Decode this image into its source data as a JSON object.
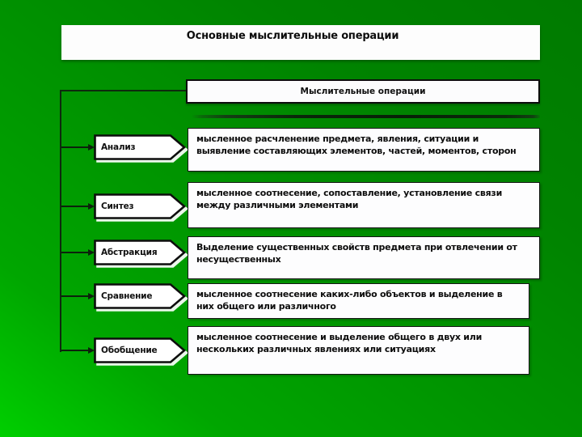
{
  "slide": {
    "title": "Основные мыслительные операции"
  },
  "diagram": {
    "header": "Мыслительные операции",
    "rows": [
      {
        "label": "Анализ",
        "description": "мысленное расчленение предмета, явления, ситуации и\nвыявление составляющих элементов, частей, моментов, сторон"
      },
      {
        "label": "Синтез",
        "description": "мысленное соотнесение, сопоставление, установление связи\nмежду различными элементами"
      },
      {
        "label": "Абстракция",
        "description": "Выделение существенных свойств предмета при отвлечении от\nнесущественных"
      },
      {
        "label": "Сравнение",
        "description": "мысленное соотнесение каких-либо объектов и выделение в\nних общего или различного"
      },
      {
        "label": "Обобщение",
        "description": "мысленное соотнесение и выделение общего в двух или\nнескольких различных явлениях или ситуациях"
      }
    ]
  },
  "colors": {
    "background_gradient_bottom_left": "#00cf00",
    "background_gradient_top_right": "#007a00",
    "box_fill": "#fdfdfd",
    "box_border": "#0d0d0d",
    "connector_line": "#0c220c"
  }
}
